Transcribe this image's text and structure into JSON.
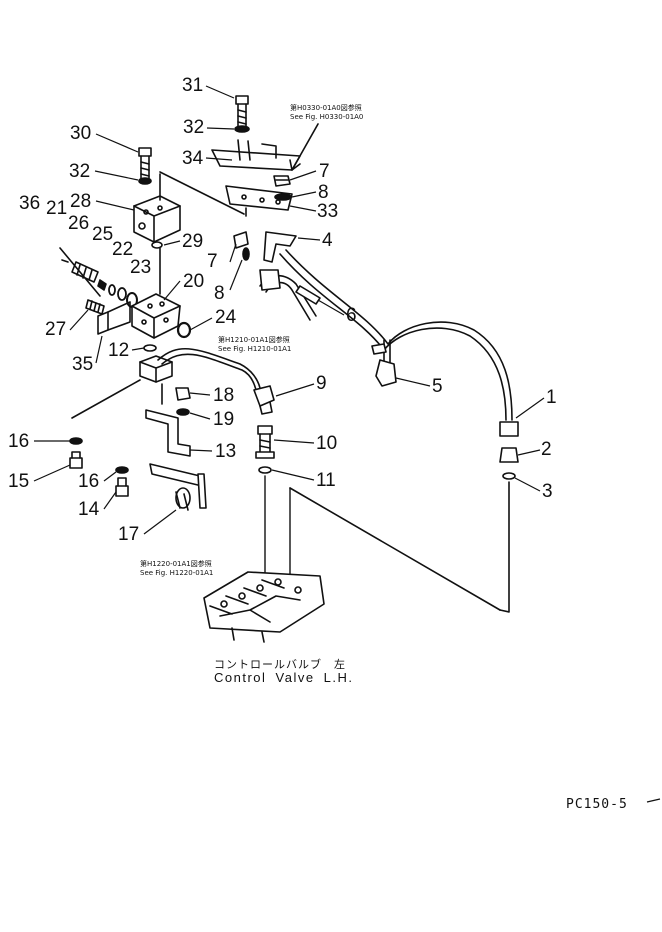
{
  "part_numbers": [
    "31",
    "32",
    "30",
    "34",
    "7",
    "8",
    "33",
    "32",
    "28",
    "36",
    "21",
    "26",
    "25",
    "22",
    "29",
    "23",
    "20",
    "4",
    "7",
    "8",
    "6",
    "27",
    "24",
    "35",
    "12",
    "9",
    "1",
    "18",
    "19",
    "16",
    "13",
    "10",
    "2",
    "15",
    "16",
    "11",
    "3",
    "14",
    "17",
    "5"
  ],
  "references": {
    "top": {
      "jp": "第H0330-01A0図参照",
      "en": "See Fig. H0330-01A0"
    },
    "middle": {
      "jp": "第H1210-01A1図参照",
      "en": "See Fig. H1210-01A1"
    },
    "bottom": {
      "jp": "第H1220-01A1図参照",
      "en": "See Fig. H1220-01A1"
    }
  },
  "control_valve": {
    "jp": "コントロールバルブ　左",
    "en": "Control Valve L.H."
  },
  "model": "PC150-5"
}
